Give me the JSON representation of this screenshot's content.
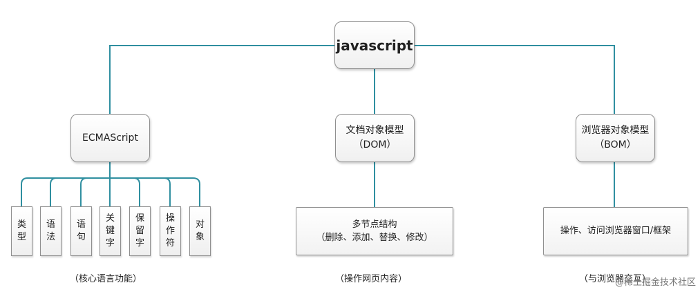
{
  "diagram": {
    "root": {
      "label": "javascript"
    },
    "branches": [
      {
        "title_line1": "ECMAScript",
        "title_line2": "",
        "leaf_items": [
          "类型",
          "语法",
          "语句",
          "关键字",
          "保留字",
          "操作符",
          "对象"
        ],
        "caption": "（核心语言功能）"
      },
      {
        "title_line1": "文档对象模型",
        "title_line2": "（DOM）",
        "leaf_line1": "多节点结构",
        "leaf_line2": "（删除、添加、替换、修改）",
        "caption": "（操作网页内容）"
      },
      {
        "title_line1": "浏览器对象模型",
        "title_line2": "（BOM）",
        "leaf_line1": "操作、访问浏览器窗口/框架",
        "leaf_line2": "",
        "caption": "（与浏览器交互）"
      }
    ],
    "watermark": "@稀土掘金技术社区"
  }
}
